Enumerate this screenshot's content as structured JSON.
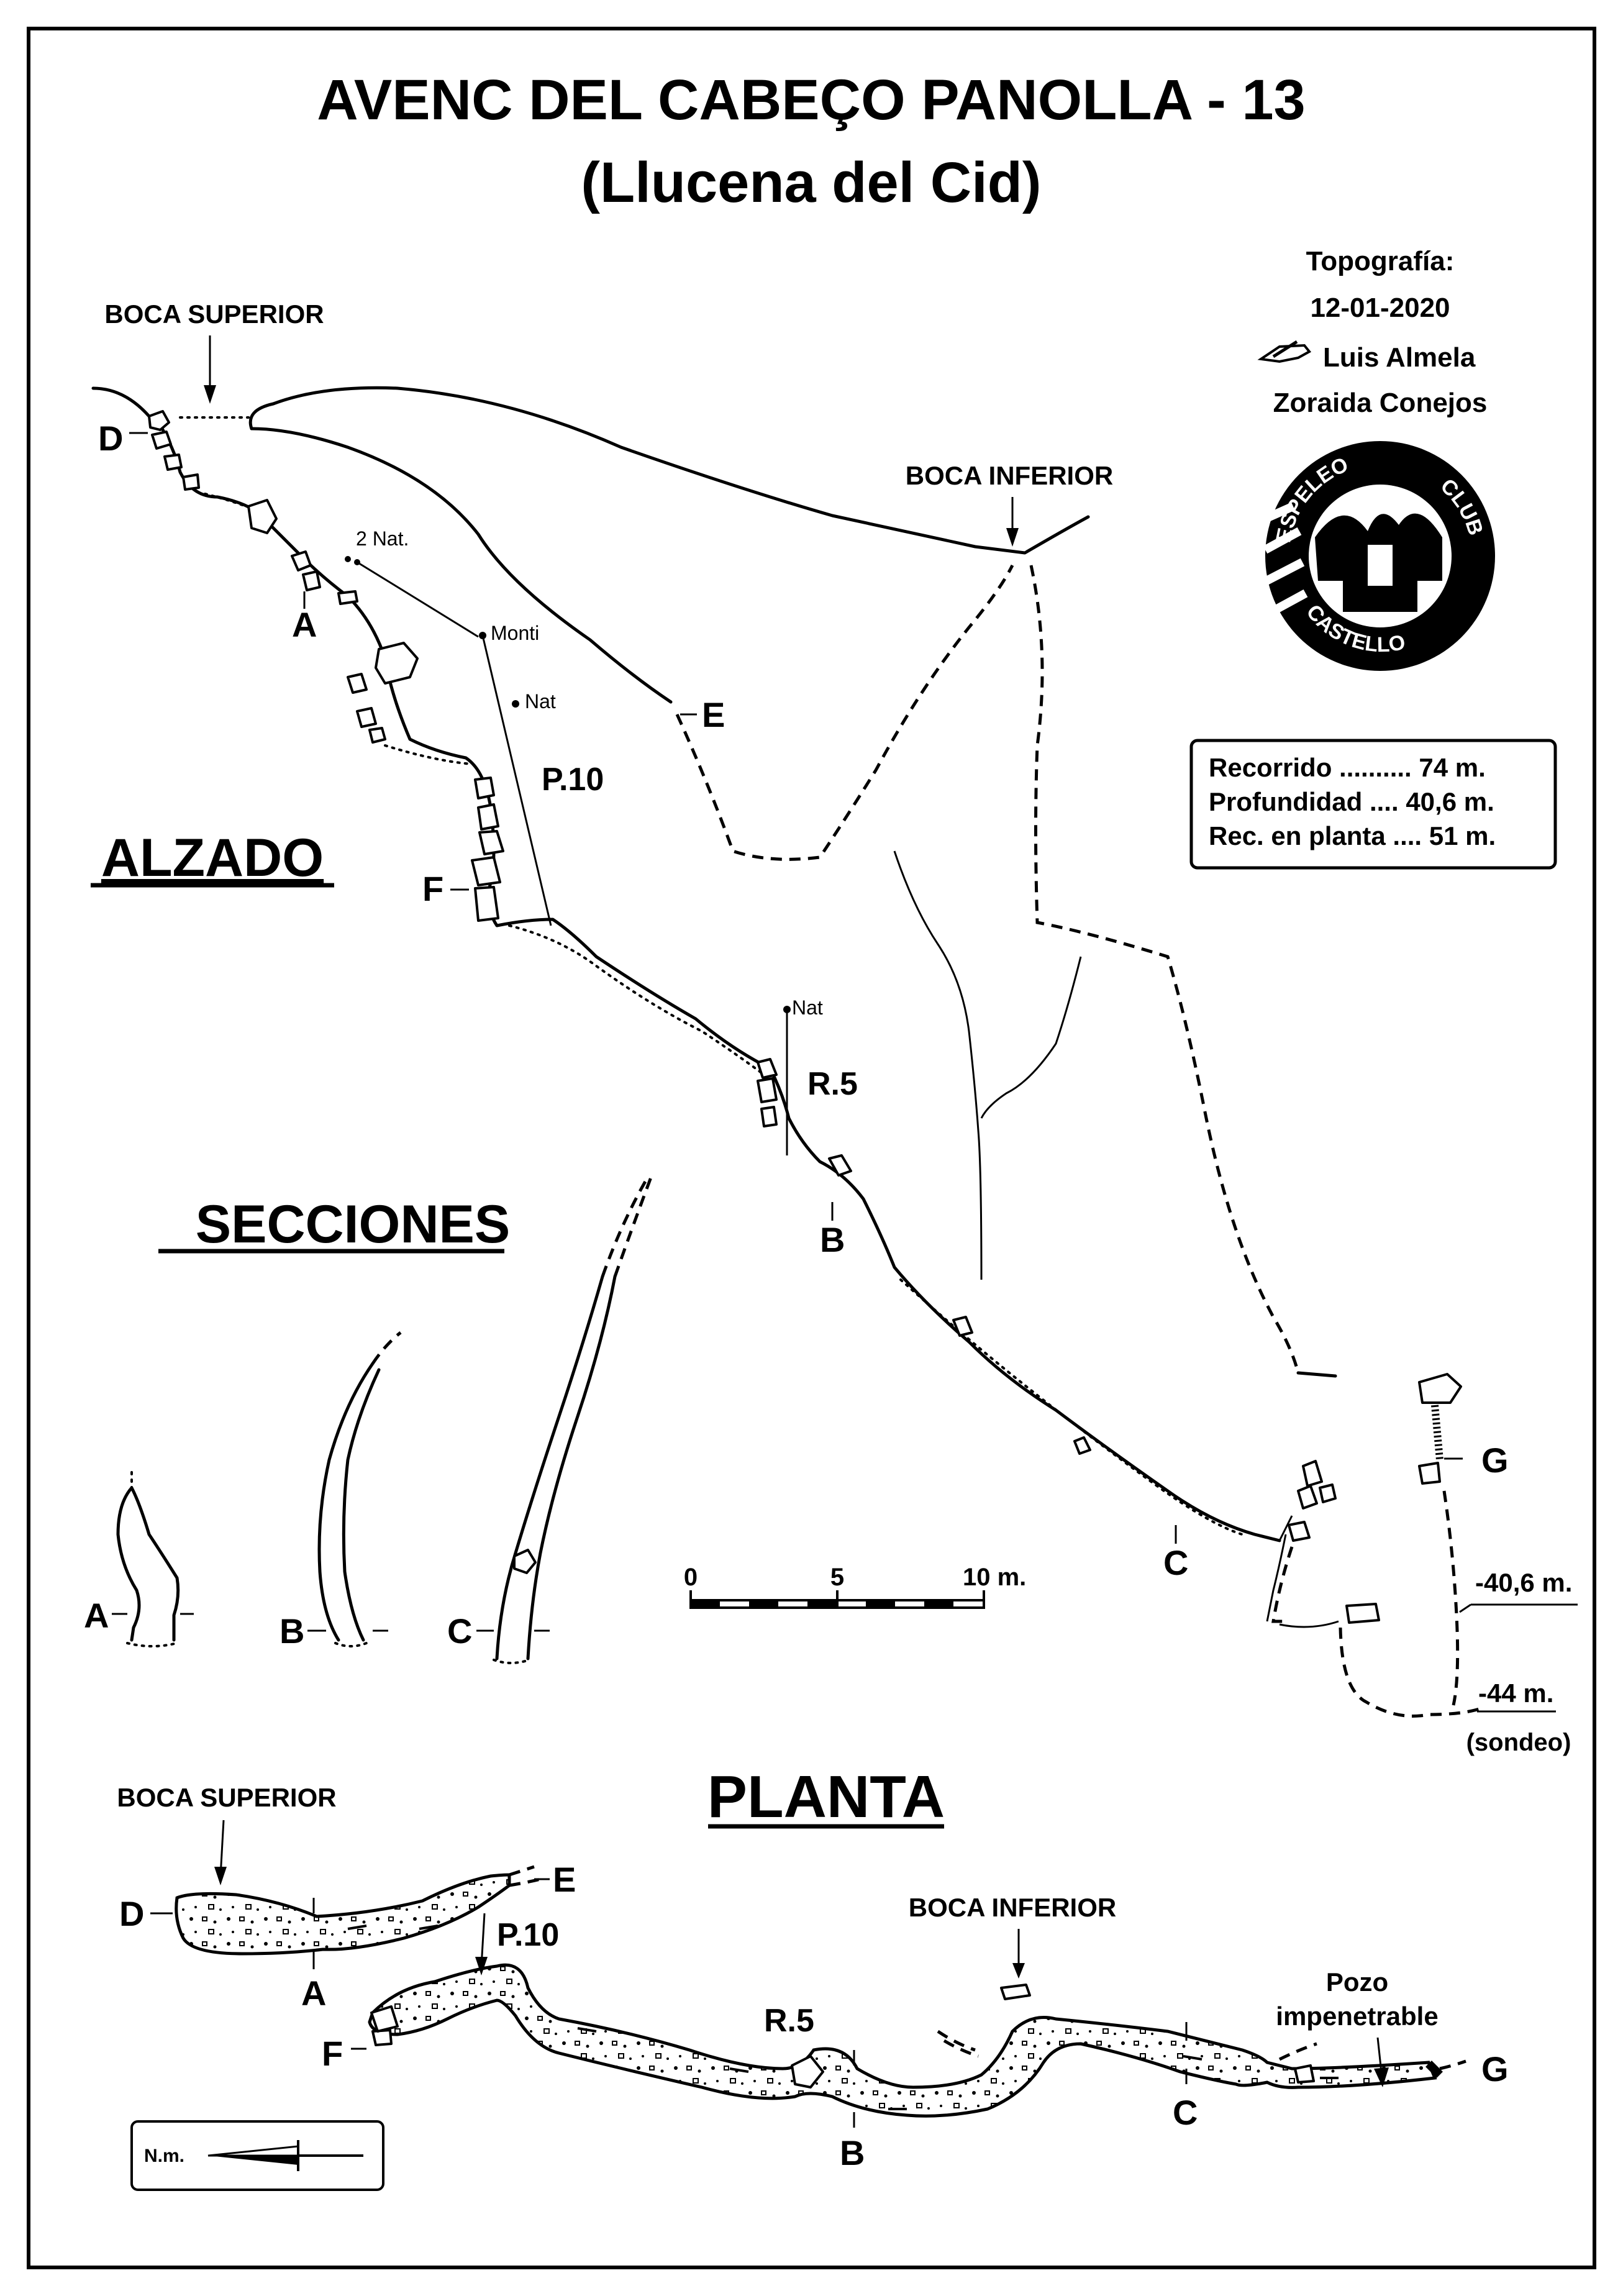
{
  "title": {
    "line1": "AVENC  DEL  CABEÇO  PANOLLA - 13",
    "line2": "(Llucena  del  Cid)"
  },
  "credits": {
    "label": "Topografía:",
    "date": "12-01-2020",
    "author1": "Luis Almela",
    "author2": "Zoraida Conejos",
    "pen_icon": "pen-hand-icon"
  },
  "logo": {
    "top_text": "ESPELEO",
    "right_text": "CLUB",
    "bottom_text": "CASTELLO"
  },
  "stats": {
    "rows": [
      "Recorrido ..........  74 m.",
      "Profundidad ....  40,6 m.",
      "Rec. en planta ....  51 m."
    ]
  },
  "sections": {
    "alzado": "ALZADO",
    "secciones": "SECCIONES",
    "planta": "PLANTA"
  },
  "alzado_labels": {
    "boca_superior": "BOCA  SUPERIOR",
    "boca_inferior": "BOCA  INFERIOR",
    "D": "D",
    "A": "A",
    "E": "E",
    "F": "F",
    "B": "B",
    "C": "C",
    "G": "G",
    "nat2": "2 Nat.",
    "monti": "Monti",
    "nat_a": "Nat",
    "nat_b": "Nat",
    "p10": "P.10",
    "r5": "R.5",
    "depth1": "-40,6 m.",
    "depth2": "-44 m.",
    "sondeo": "(sondeo)"
  },
  "scale": {
    "t0": "0",
    "t5": "5",
    "t10": "10 m."
  },
  "secciones_labels": {
    "A": "A",
    "B": "B",
    "C": "C"
  },
  "planta_labels": {
    "boca_superior": "BOCA  SUPERIOR",
    "boca_inferior": "BOCA  INFERIOR",
    "D": "D",
    "E": "E",
    "A": "A",
    "P10": "P.10",
    "F": "F",
    "R5": "R.5",
    "B": "B",
    "C": "C",
    "G": "G",
    "pozo1": "Pozo",
    "pozo2": "impenetrable"
  },
  "north": {
    "label": "N.m."
  }
}
